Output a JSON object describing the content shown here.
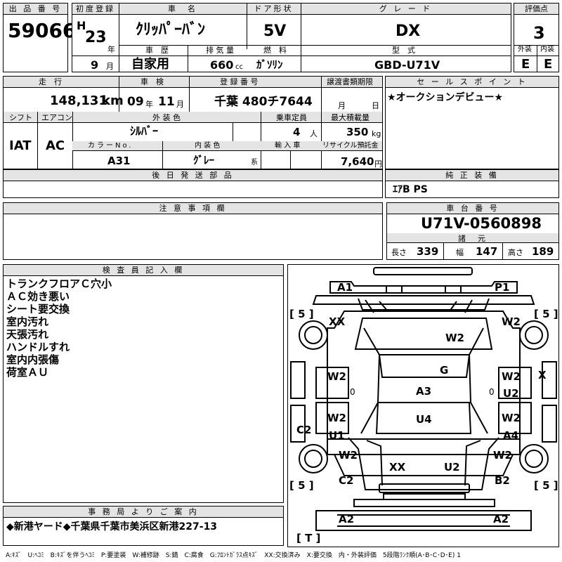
{
  "header": {
    "lot_label": "出 品 番 号",
    "lot": "59066",
    "first_reg_label": "初度登録",
    "era": "H",
    "year": "23",
    "year_unit": "年",
    "month": "9",
    "month_unit": "月",
    "car_name_label": "車　名",
    "car_name": "ｸﾘｯﾊﾟｰﾊﾞﾝ",
    "door_label": "ドア形状",
    "door": "5V",
    "grade_label": "グ レ ー ド",
    "grade": "DX",
    "score_label": "評価点",
    "score": "3",
    "history_label": "車　歴",
    "history": "自家用",
    "disp_label": "排 気 量",
    "disp": "660",
    "disp_unit": "cc",
    "fuel_label": "燃　料",
    "fuel": "ｶﾞｿﾘﾝ",
    "model_label": "型　式",
    "model": "GBD-U71V",
    "ext_label": "外装",
    "ext": "E",
    "int_label": "内装",
    "int": "E"
  },
  "row2": {
    "mileage_label": "走　行",
    "mileage": "148,131",
    "mileage_unit": "km",
    "inspection_label": "車　検",
    "insp_year": "09",
    "insp_year_unit": "年",
    "insp_month": "11",
    "insp_month_unit": "月",
    "reg_label": "登 録 番 号",
    "reg": "千葉 480チ7644",
    "transfer_label": "譲渡書類期限",
    "transfer_month_unit": "月",
    "transfer_day_unit": "日",
    "sales_label": "セ ー ル ス ポ イ ン ト",
    "sales": "★オークションデビュー★"
  },
  "row3": {
    "shift_label": "シフト",
    "shift": "IAT",
    "ac_label": "エアコン",
    "ac": "AC",
    "color_label": "外 装 色",
    "color": "ｼﾙﾊﾞｰ",
    "capacity_label": "乗車定員",
    "capacity": "4",
    "capacity_unit": "人",
    "load_label": "最大積載量",
    "load": "350",
    "load_unit": "kg",
    "color_no_label": "カラーNo.",
    "color_no": "A31",
    "interior_label": "内 装 色",
    "interior": "ｸﾞﾚｰ",
    "interior_unit": "系",
    "import_label": "輸 入 車",
    "recycle_label": "リサイクル預託金",
    "recycle": "7,640",
    "recycle_unit": "円"
  },
  "row4": {
    "later_label": "後 日 発 送 部 品",
    "equip_label": "純 正 装 備",
    "equip": "ｴｱB PS"
  },
  "notes": {
    "label": "注 意 事 項 欄"
  },
  "chassis": {
    "label": "車 台 番 号",
    "value": "U71V-0560898",
    "spec_label": "諸　元",
    "len_label": "長さ",
    "len": "339",
    "wid_label": "幅",
    "wid": "147",
    "hgt_label": "高さ",
    "hgt": "189"
  },
  "inspector": {
    "label": "検 査 員 記 入 欄",
    "lines": [
      "トランクフロアＣ穴小",
      "ＡＣ効き悪い",
      "シート要交換",
      "室内汚れ",
      "天張汚れ",
      "ハンドルすれ",
      "室内内張傷",
      "荷室ＡＵ"
    ]
  },
  "office": {
    "label": "事 務 局 よ り ご 案 内",
    "text": "◆新港ヤード◆千葉県千葉市美浜区新港227-13"
  },
  "diagram": {
    "marks": {
      "a1": "A1",
      "p1": "P1",
      "xx1": "XX",
      "w2_fr": "W2",
      "w2_hood": "W2",
      "g": "G",
      "w2_ld": "W2",
      "zero_l": "0",
      "w2_rd": "W2",
      "zero_r": "0",
      "u2_rd": "U2",
      "x": "X",
      "a3": "A3",
      "u4": "U4",
      "w2_lr": "W2",
      "u1": "U1",
      "w2_rr": "W2",
      "a4": "A4",
      "c2_l": "C2",
      "w2_lrr": "W2",
      "w2_rrr": "W2",
      "xx2": "XX",
      "u2_tail": "U2",
      "c2_b": "C2",
      "b2": "B2",
      "a2_l": "A2",
      "a2_r": "A2"
    },
    "tire_l1": "[ 5 ]",
    "tire_r1": "[ 5 ]",
    "tire_l2": "[ 5 ]",
    "tire_r2": "[ 5 ]",
    "spare": "[ T ]"
  },
  "legend": "A:ｷｽﾞ　U:ﾍｺﾐ　B:ｷｽﾞを伴うﾍｺﾐ　P:要塗装　W:補修跡　S:錆　C:腐食　G:ﾌﾛﾝﾄｶﾞﾗｽ点ｷｽﾞ　XX:交換済み　X:要交換　内・外装評価　5段階ﾗﾝｸ順(A･B･C･D･E) 1"
}
